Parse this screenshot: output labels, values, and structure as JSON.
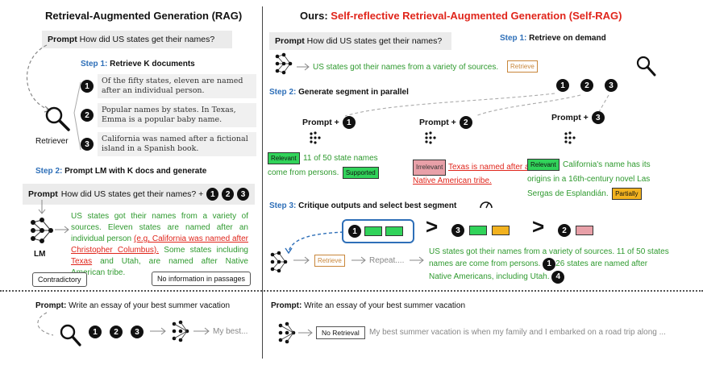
{
  "left": {
    "title": "Retrieval-Augmented Generation (RAG)",
    "prompt_label": "Prompt",
    "prompt_text": "How did US states get their names?",
    "step1": "Step 1:",
    "step1_text": "Retrieve K documents",
    "docs": [
      {
        "num": "1",
        "text": "Of the fifty states, eleven are named after an individual person."
      },
      {
        "num": "2",
        "text": "Popular names by states. In Texas, Emma is a popular baby name."
      },
      {
        "num": "3",
        "text": "California was named after a fictional island in a Spanish book."
      }
    ],
    "retriever_label": "Retriever",
    "step2": "Step 2:",
    "step2_text": "Prompt LM with K docs and generate",
    "prompt2_text": "How did US states get their names? +",
    "nums": [
      "1",
      "2",
      "3"
    ],
    "lm_label": "LM",
    "output_p1": "US states got their names from a variety of sources. Eleven states are named after an individual person",
    "output_red1": "(e.g, California was named after Christopher Columbus).",
    "output_p2": "Some states including",
    "output_red2": "Texas",
    "output_p3": "and Utah, are named after Native American tribe.",
    "contradictory": "Contradictory",
    "no_info": "No information in passages"
  },
  "right": {
    "title_prefix": "Ours: ",
    "title_main": "Self-reflective Retrieval-Augmented Generation (",
    "title_abbr": "Self-RAG",
    "title_suffix": ")",
    "prompt_label": "Prompt",
    "prompt_text": "How did US states get their names?",
    "step1": "Step 1:",
    "step1_text": "Retrieve on demand",
    "gen1": "US states got their names from a variety of sources.",
    "retrieve_tag": "Retrieve",
    "step2": "Step 2:",
    "step2_text": "Generate segment in parallel",
    "prompt_plus": "Prompt +",
    "segs": [
      {
        "num": "1",
        "tag": "Relevant",
        "text": "11 of 50 state names come from persons.",
        "tag2": "Supported"
      },
      {
        "num": "2",
        "tag": "Irrelevant",
        "text": "Texas is named after a Native American tribe."
      },
      {
        "num": "3",
        "tag": "Relevant",
        "text": "California's name has its origins in a 16th-century novel Las Sergas de Esplandián.",
        "tag2": "Partially"
      }
    ],
    "step3": "Step 3:",
    "step3_text": "Critique outputs and select best segment",
    "gt": ">",
    "retrieve_tag2": "Retrieve",
    "repeat": "Repeat....",
    "final_text": "US states got their names from a variety of sources. 11 of 50 states names are come from persons.",
    "final_mid": "26 states are named after Native Americans, including Utah.",
    "final_nums": [
      "1",
      "4"
    ]
  },
  "bottom_left": {
    "prompt_label": "Prompt:",
    "prompt_text": "Write an essay of your best summer vacation",
    "nums": [
      "1",
      "2",
      "3"
    ],
    "output": "My best..."
  },
  "bottom_right": {
    "prompt_label": "Prompt:",
    "prompt_text": "Write an essay of your best summer vacation",
    "tag": "No Retrieval",
    "output": "My best summer vacation is when my family and I embarked on a road trip along ..."
  },
  "colors": {
    "red": "#e0251b",
    "blue": "#2e6fb8",
    "green": "#2f9a2f",
    "tag_green": "#31d35a",
    "tag_pink": "#e8a0a8",
    "tag_orange": "#f2b21f"
  },
  "icons": [
    "magnifier-icon",
    "network-icon",
    "gauge-icon"
  ]
}
